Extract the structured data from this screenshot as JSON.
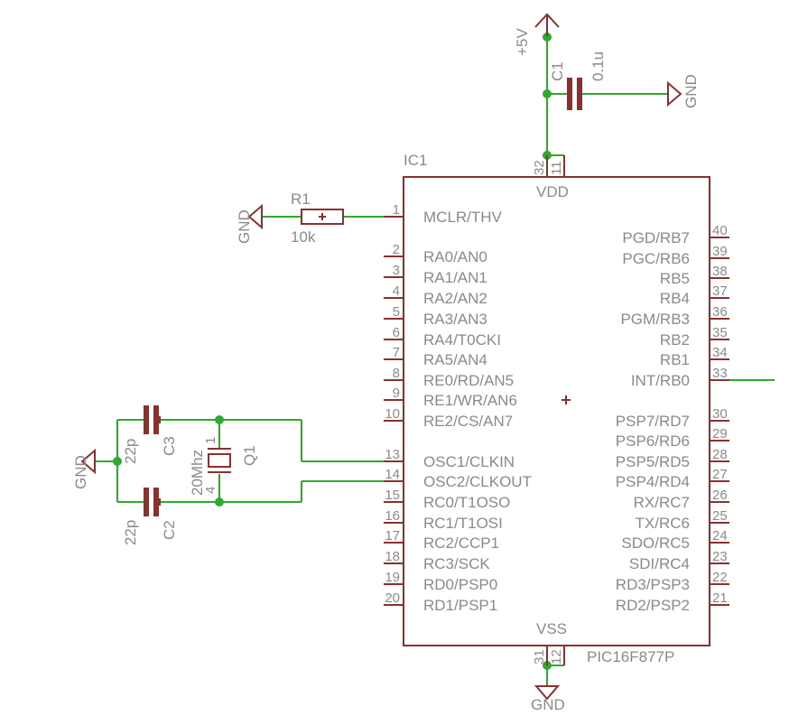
{
  "ic": {
    "ref": "IC1",
    "part": "PIC16F877P",
    "vdd_label": "VDD",
    "vss_label": "VSS",
    "vdd_pins": [
      "32",
      "11"
    ],
    "vss_pins": [
      "31",
      "12"
    ],
    "left_pins": [
      {
        "num": "1",
        "name": "MCLR/THV"
      },
      {
        "num": "2",
        "name": "RA0/AN0"
      },
      {
        "num": "3",
        "name": "RA1/AN1"
      },
      {
        "num": "4",
        "name": "RA2/AN2"
      },
      {
        "num": "5",
        "name": "RA3/AN3"
      },
      {
        "num": "6",
        "name": "RA4/T0CKI"
      },
      {
        "num": "7",
        "name": "RA5/AN4"
      },
      {
        "num": "8",
        "name": "RE0/RD/AN5"
      },
      {
        "num": "9",
        "name": "RE1/WR/AN6"
      },
      {
        "num": "10",
        "name": "RE2/CS/AN7"
      },
      {
        "num": "13",
        "name": "OSC1/CLKIN"
      },
      {
        "num": "14",
        "name": "OSC2/CLKOUT"
      },
      {
        "num": "15",
        "name": "RC0/T1OSO"
      },
      {
        "num": "16",
        "name": "RC1/T1OSI"
      },
      {
        "num": "17",
        "name": "RC2/CCP1"
      },
      {
        "num": "18",
        "name": "RC3/SCK"
      },
      {
        "num": "19",
        "name": "RD0/PSP0"
      },
      {
        "num": "20",
        "name": "RD1/PSP1"
      }
    ],
    "right_pins": [
      {
        "num": "40",
        "name": "PGD/RB7"
      },
      {
        "num": "39",
        "name": "PGC/RB6"
      },
      {
        "num": "38",
        "name": "RB5"
      },
      {
        "num": "37",
        "name": "RB4"
      },
      {
        "num": "36",
        "name": "PGM/RB3"
      },
      {
        "num": "35",
        "name": "RB2"
      },
      {
        "num": "34",
        "name": "RB1"
      },
      {
        "num": "33",
        "name": "INT/RB0"
      },
      {
        "num": "30",
        "name": "PSP7/RD7"
      },
      {
        "num": "29",
        "name": "PSP6/RD6"
      },
      {
        "num": "28",
        "name": "PSP5/RD5"
      },
      {
        "num": "27",
        "name": "PSP4/RD4"
      },
      {
        "num": "26",
        "name": "RX/RC7"
      },
      {
        "num": "25",
        "name": "TX/RC6"
      },
      {
        "num": "24",
        "name": "SDO/RC5"
      },
      {
        "num": "23",
        "name": "SDI/RC4"
      },
      {
        "num": "22",
        "name": "RD3/PSP3"
      },
      {
        "num": "21",
        "name": "RD2/PSP2"
      }
    ]
  },
  "r1": {
    "ref": "R1",
    "value": "10k"
  },
  "c1": {
    "ref": "C1",
    "value": "0.1u"
  },
  "c2": {
    "ref": "C2",
    "value": "22p"
  },
  "c3": {
    "ref": "C3",
    "value": "22p"
  },
  "q1": {
    "ref": "Q1",
    "value": "20Mhz",
    "pin1": "1",
    "pin4": "4"
  },
  "power": {
    "plus5v": "+5V",
    "gnd": "GND"
  }
}
